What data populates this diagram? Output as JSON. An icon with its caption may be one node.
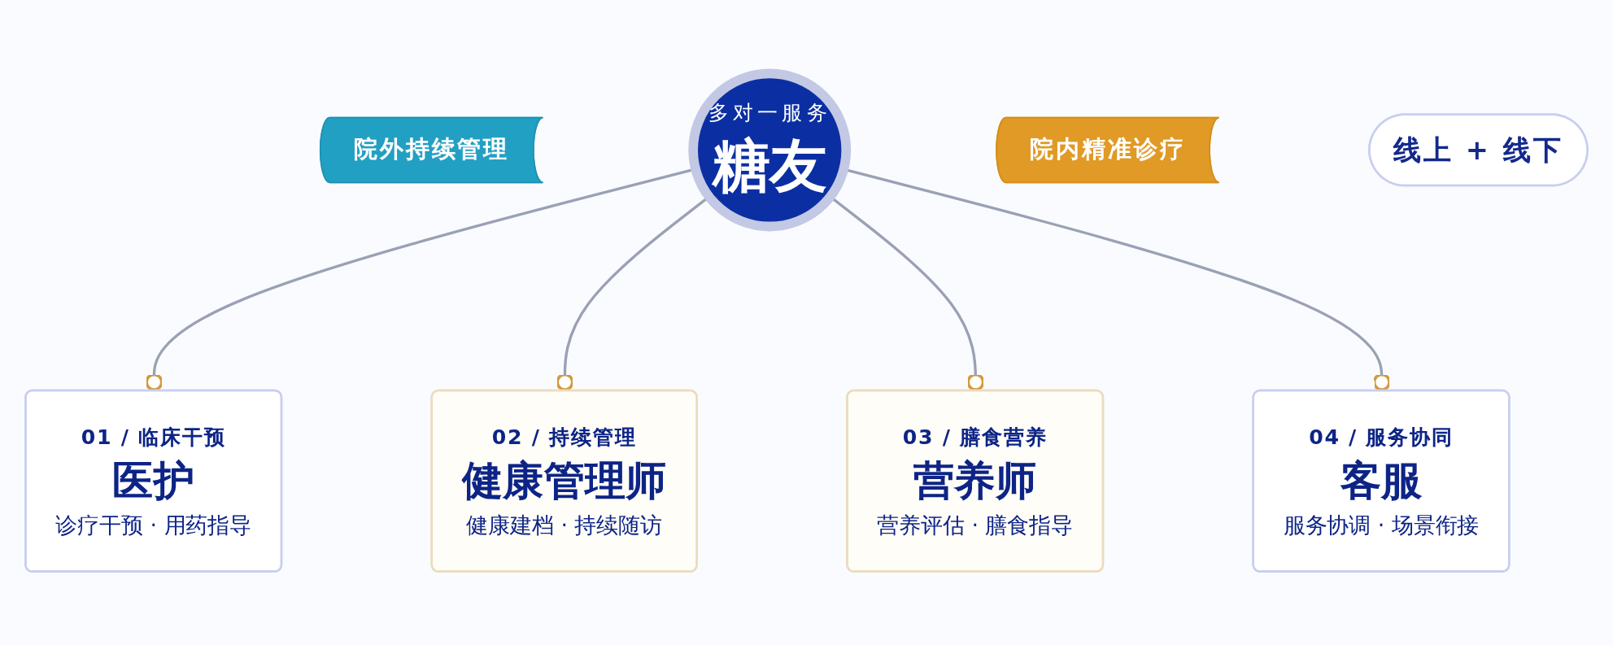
{
  "diagram": {
    "nodes": [
      {
        "text": [
          "01 / 临床干预",
          "医护",
          "诊疗干预 · 用药指导"
        ]
      },
      {
        "text": [
          "02 / 持续管理",
          "健康管理师",
          "健康建档 · 持续随访"
        ]
      },
      {
        "text": [
          "院外持续管理"
        ]
      },
      {
        "text": [
          "多对一服务",
          "糖友"
        ]
      },
      {
        "text": [
          "院内精准诊疗"
        ]
      },
      {
        "text": [
          "03 / 膳食营养",
          "营养师",
          "营养评估 · 膳食指导"
        ]
      },
      {
        "text": [
          "04 / 服务协同",
          "客服",
          "服务协调 · 场景衔接"
        ]
      },
      {
        "text": [
          "线上 + 线下"
        ]
      }
    ],
    "edges": [
      {
        "from": 3,
        "to": 0,
        "arrow": "other"
      },
      {
        "from": 3,
        "to": 1,
        "arrow": "other"
      },
      {
        "from": 3,
        "to": 5,
        "arrow": "other"
      },
      {
        "from": 3,
        "to": 6,
        "arrow": "other"
      }
    ]
  }
}
